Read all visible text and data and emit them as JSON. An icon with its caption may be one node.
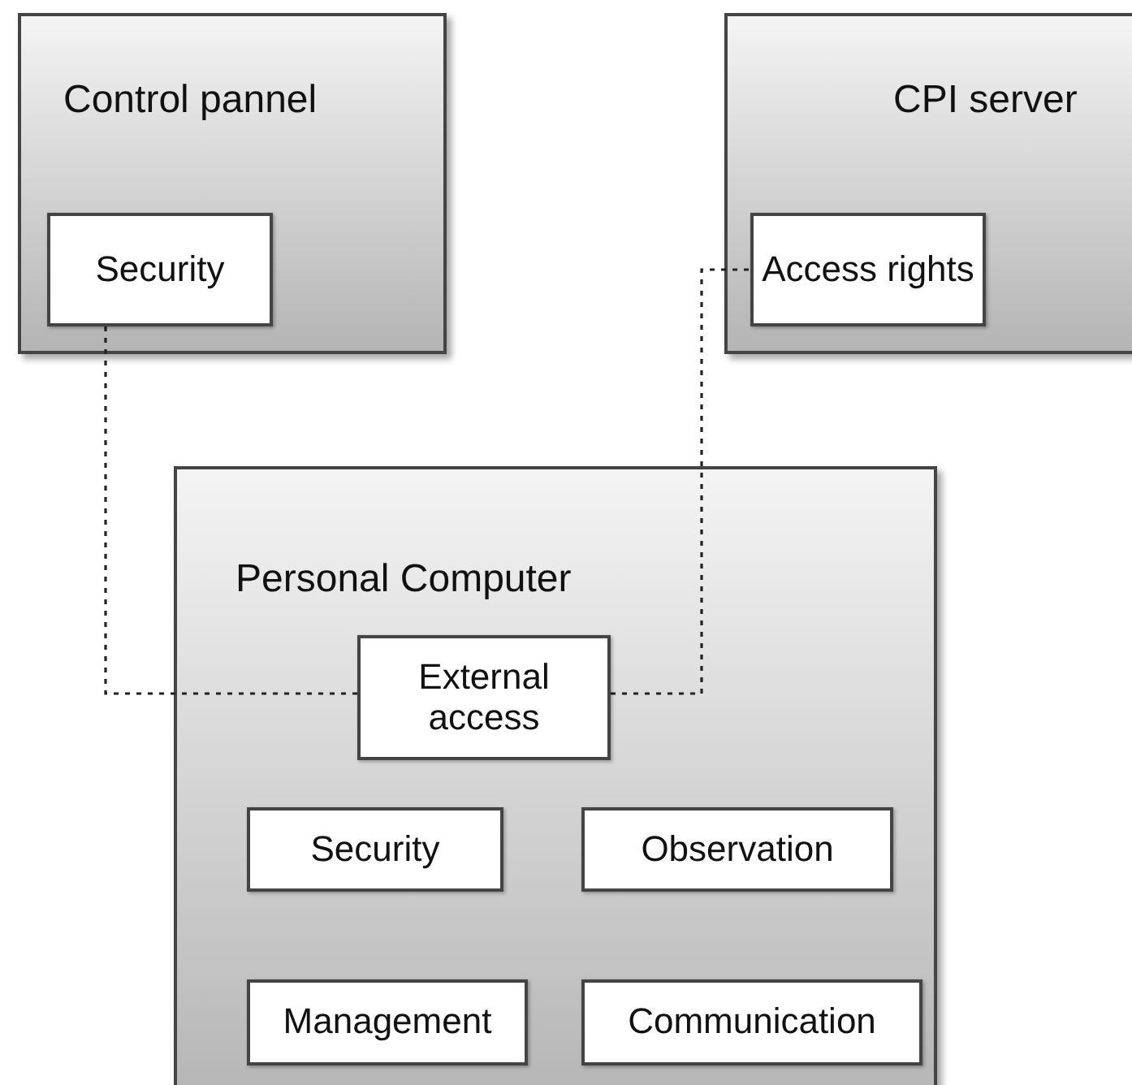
{
  "diagram": {
    "nodes": [
      {
        "text": [
          "Control pannel"
        ]
      },
      {
        "text": [
          "Security"
        ],
        "in": 0
      },
      {
        "text": [
          "CPI server"
        ]
      },
      {
        "text": [
          "Access rights"
        ],
        "in": 2
      },
      {
        "text": [
          "Personal Computer"
        ]
      },
      {
        "text": [
          "External access"
        ],
        "in": 4
      },
      {
        "text": [
          "Security"
        ],
        "in": 4
      },
      {
        "text": [
          "Observation"
        ],
        "in": 4
      },
      {
        "text": [
          "Management"
        ],
        "in": 4
      },
      {
        "text": [
          "Communication"
        ],
        "in": 4
      }
    ],
    "edges": [
      {
        "from": 1,
        "to": 5,
        "arrow": "none",
        "style": "dashed"
      },
      {
        "from": 5,
        "to": 3,
        "arrow": "none",
        "style": "dashed"
      }
    ]
  }
}
